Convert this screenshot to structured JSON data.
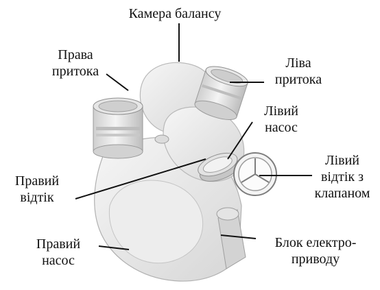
{
  "labels": {
    "balance_chamber": "Камера балансу",
    "right_inflow_line1": "Права",
    "right_inflow_line2": "притока",
    "left_inflow_line1": "Ліва",
    "left_inflow_line2": "притока",
    "left_pump_line1": "Лівий",
    "left_pump_line2": "насос",
    "right_outflow_line1": "Правий",
    "right_outflow_line2": "відтік",
    "left_outflow_line1": "Лівий",
    "left_outflow_line2": "відтік з",
    "left_outflow_line3": "клапаном",
    "right_pump_line1": "Правий",
    "right_pump_line2": "насос",
    "drive_unit_line1": "Блок електро-",
    "drive_unit_line2": "приводу"
  },
  "colors": {
    "device_fill": "#e9e9e9",
    "device_shadow": "#c9c9c9",
    "device_outline": "#9a9a9a",
    "connector_band": "#bdbdbd",
    "leader_line": "#111111",
    "label_text": "#111111"
  }
}
